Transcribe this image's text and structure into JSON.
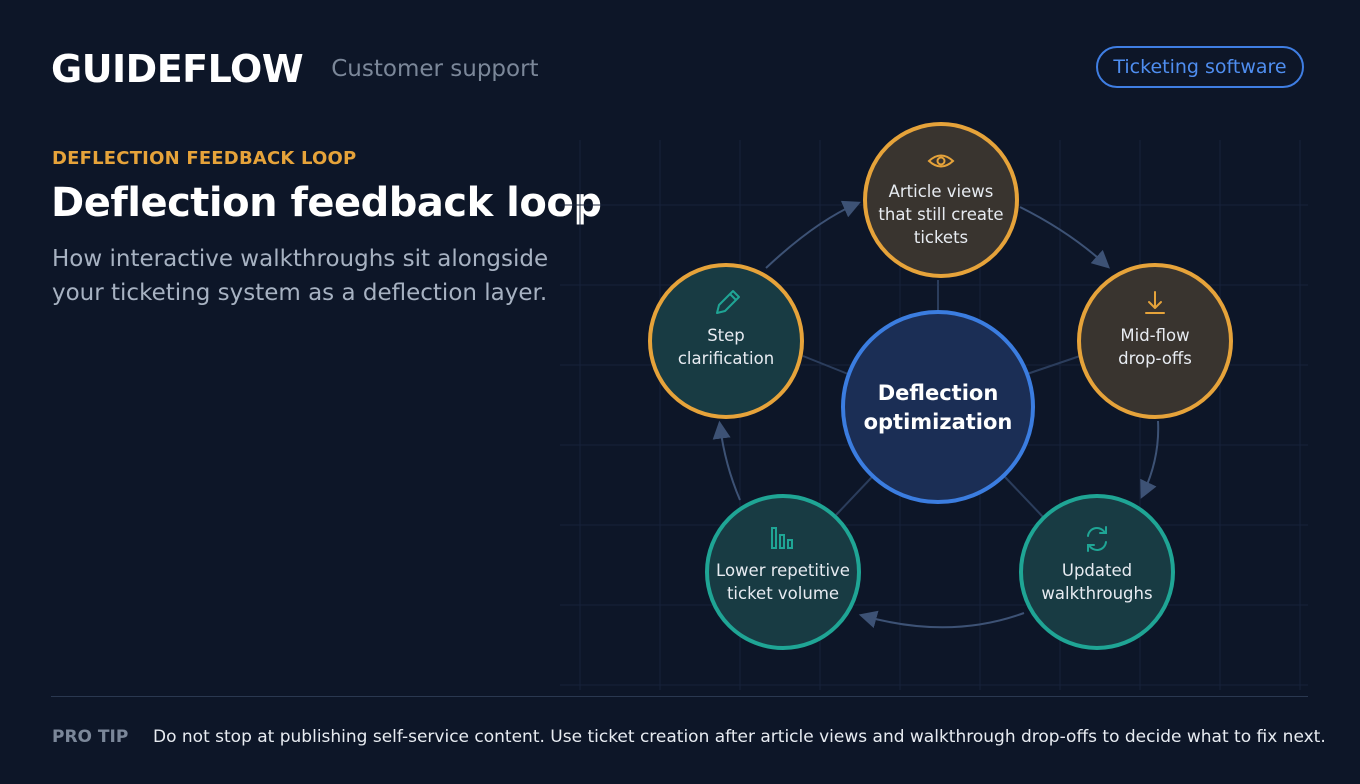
{
  "header": {
    "logo": "GUIDEFLOW",
    "section": "Customer support",
    "tag": "Ticketing software"
  },
  "hero": {
    "eyebrow": "DEFLECTION FEEDBACK LOOP",
    "title": "Deflection feedback loop",
    "subtitle": "How interactive walkthroughs sit alongside your ticketing system as a deflection layer."
  },
  "diagram": {
    "center": {
      "lines": [
        "Deflection",
        "optimization"
      ]
    },
    "nodes": [
      {
        "id": "article-views",
        "lines": [
          "Article views",
          "that still create",
          "tickets"
        ],
        "icon": "eye-icon"
      },
      {
        "id": "mid-flow-drop-offs",
        "lines": [
          "Mid-flow",
          "drop-offs"
        ],
        "icon": "download-icon"
      },
      {
        "id": "updated-walkthroughs",
        "lines": [
          "Updated",
          "walkthroughs"
        ],
        "icon": "refresh-icon"
      },
      {
        "id": "lower-ticket-volume",
        "lines": [
          "Lower repetitive",
          "ticket volume"
        ],
        "icon": "bar-chart-icon"
      },
      {
        "id": "step-clarification",
        "lines": [
          "Step",
          "clarification"
        ],
        "icon": "pencil-icon"
      }
    ]
  },
  "footer": {
    "tip_label": "PRO TIP",
    "tip_text": "Do not stop at publishing self-service content. Use ticket creation after article views and walkthrough drop-offs to decide what to fix next."
  },
  "colors": {
    "background": "#0d1628",
    "accent_orange": "#e6a33a",
    "accent_teal": "#1fa595",
    "accent_blue": "#3f7ee3"
  }
}
